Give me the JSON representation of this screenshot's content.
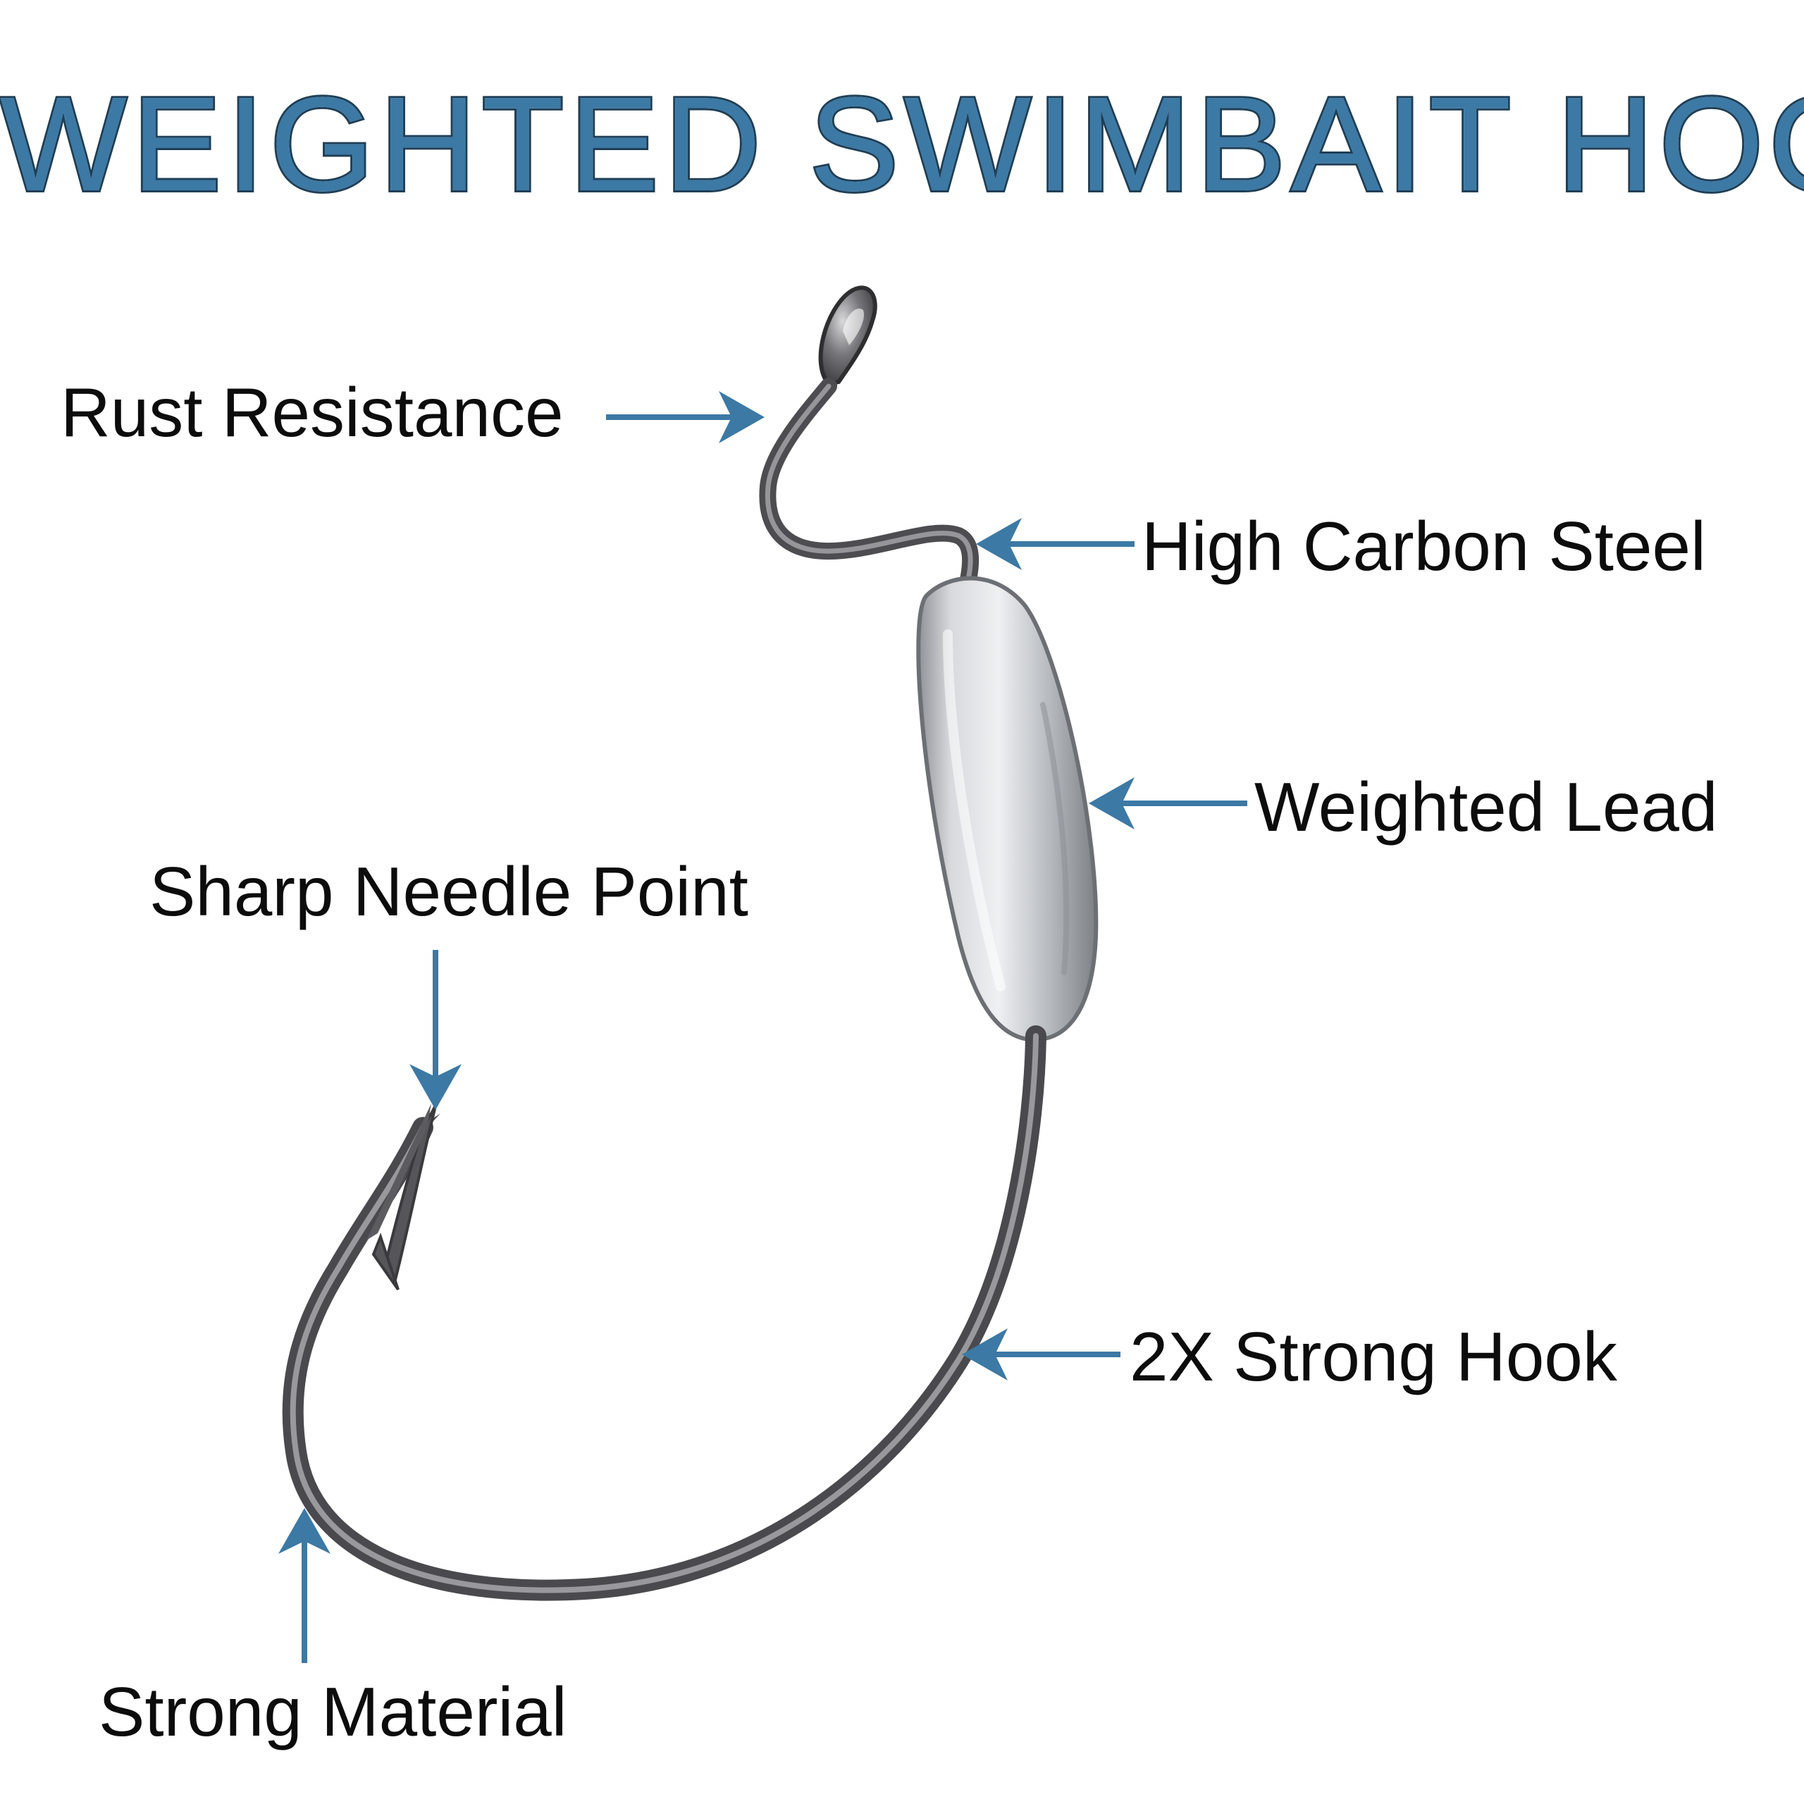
{
  "title": "WEIGHTED SWIMBAIT HOOK",
  "callouts": {
    "rust": "Rust Resistance",
    "carbon": "High Carbon Steel",
    "lead": "Weighted Lead",
    "needle": "Sharp Needle Point",
    "hook": "2X Strong Hook",
    "material": "Strong Material"
  },
  "colors": {
    "title_fill": "#3c79a5",
    "arrow": "#3c79a5",
    "label_text": "#0c0c0c",
    "hook_metal": "#5e5e62"
  }
}
